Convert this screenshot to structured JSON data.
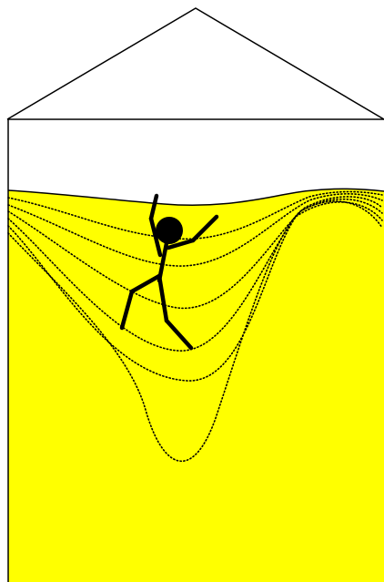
{
  "colors": {
    "background": "#ffffff",
    "fill": "#ffff00",
    "outline": "#000000",
    "figure": "#000000"
  },
  "scene": {
    "structure": "silo-with-pointed-roof",
    "fill_material": "yellow-granular",
    "flow_lines": 6,
    "figure": "stick-figure-sinking"
  }
}
